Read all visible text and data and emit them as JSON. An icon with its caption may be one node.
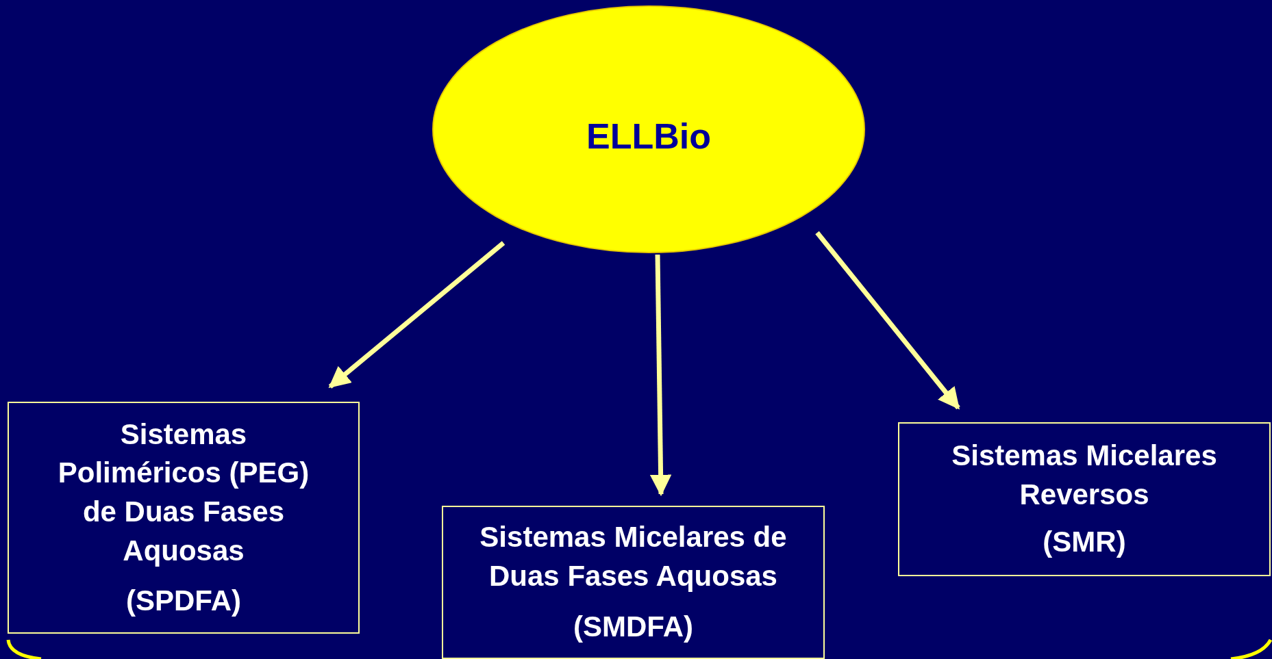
{
  "diagram": {
    "nodes": [
      {
        "text": [
          "ELLBio"
        ]
      },
      {
        "text": [
          "Sistemas Poliméricos (PEG) de Duas Fases Aquosas",
          "(SPDFA)"
        ]
      },
      {
        "text": [
          "Sistemas Micelares de Duas Fases Aquosas",
          "(SMDFA)"
        ]
      },
      {
        "text": [
          "Sistemas Micelares Reversos",
          "(SMR)"
        ]
      }
    ],
    "edges": [
      {
        "from": 0,
        "to": 1,
        "arrow": "to"
      },
      {
        "from": 0,
        "to": 2,
        "arrow": "to"
      },
      {
        "from": 0,
        "to": 3,
        "arrow": "to"
      }
    ]
  }
}
